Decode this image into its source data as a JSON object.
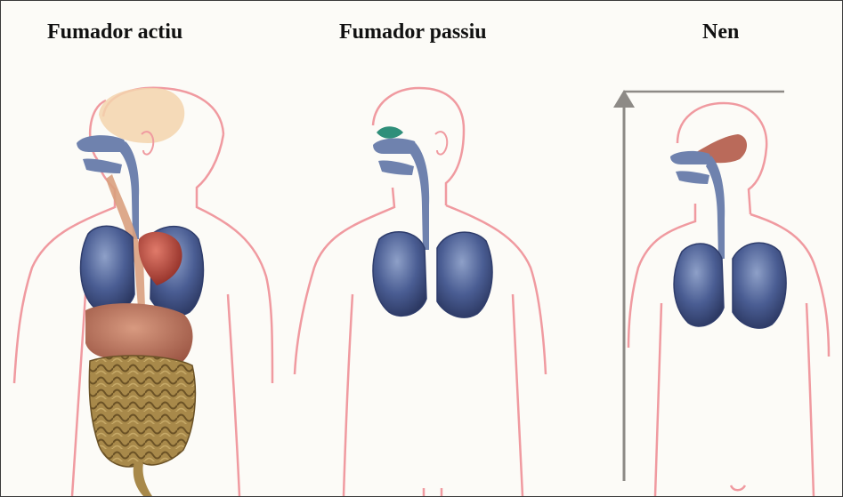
{
  "panels": [
    {
      "title": "Fumador actiu"
    },
    {
      "title": "Fumador passiu"
    },
    {
      "title": "Nen"
    }
  ],
  "colors": {
    "outline": "#f09aa0",
    "lung": "#4a5d93",
    "lung_dark": "#2f3d6c",
    "airway": "#6f82ae",
    "heart": "#b8453a",
    "stomach": "#b76a55",
    "intestine": "#8e7038",
    "brain": "#f3d3ad",
    "nasal_green": "#2f8f7a",
    "nose_smoke": "#b25a48",
    "arrow": "#8d8a86"
  }
}
